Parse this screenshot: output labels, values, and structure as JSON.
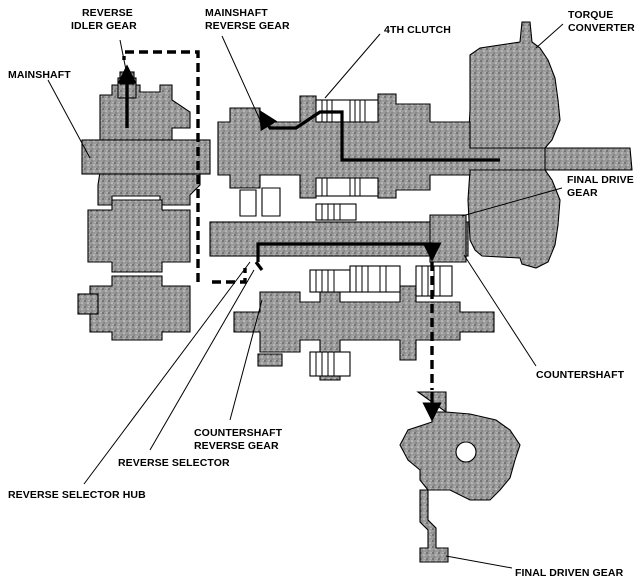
{
  "labels": {
    "reverse_idler_gear_1": "REVERSE",
    "reverse_idler_gear_2": "IDLER GEAR",
    "mainshaft": "MAINSHAFT",
    "mainshaft_reverse_gear_1": "MAINSHAFT",
    "mainshaft_reverse_gear_2": "REVERSE GEAR",
    "fourth_clutch": "4TH CLUTCH",
    "torque_converter_1": "TORQUE",
    "torque_converter_2": "CONVERTER",
    "final_drive_gear_1": "FINAL DRIVE",
    "final_drive_gear_2": "GEAR",
    "countershaft": "COUNTERSHAFT",
    "countershaft_reverse_gear_1": "COUNTERSHAFT",
    "countershaft_reverse_gear_2": "REVERSE GEAR",
    "reverse_selector": "REVERSE SELECTOR",
    "reverse_selector_hub": "REVERSE SELECTOR HUB",
    "final_driven_gear": "FINAL DRIVEN GEAR"
  }
}
